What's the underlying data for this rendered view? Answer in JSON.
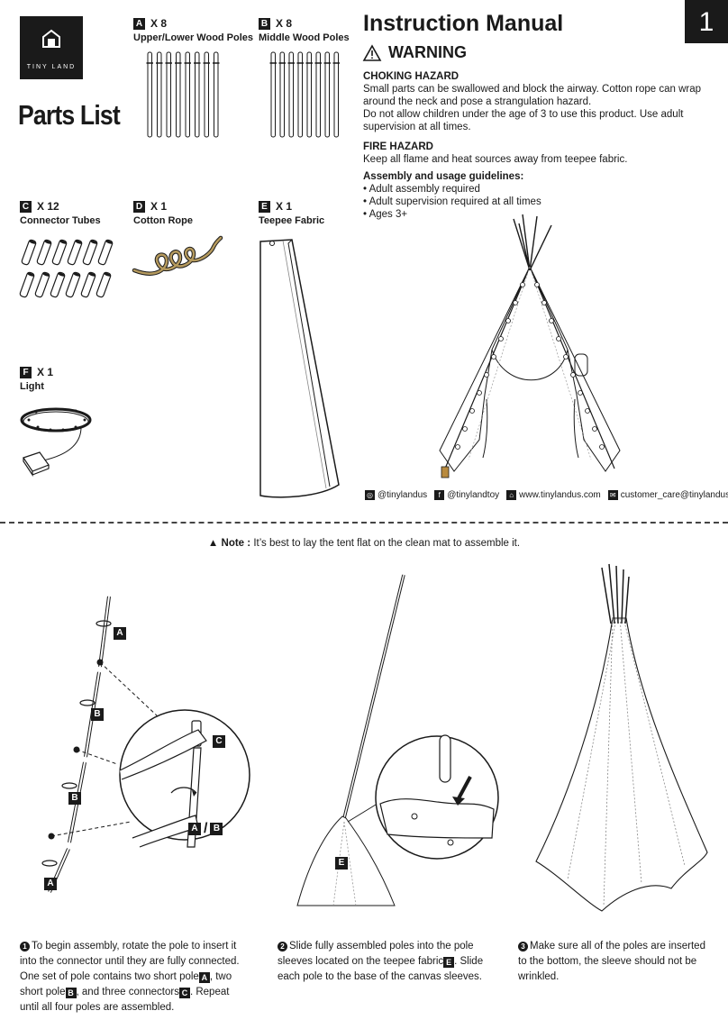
{
  "brand": {
    "name": "TINY LAND"
  },
  "parts_list": {
    "title": "Parts List",
    "parts": [
      {
        "letter": "A",
        "qty": "X 8",
        "name": "Upper/Lower Wood Poles"
      },
      {
        "letter": "B",
        "qty": "X 8",
        "name": "Middle Wood Poles"
      },
      {
        "letter": "C",
        "qty": "X 12",
        "name": "Connector Tubes"
      },
      {
        "letter": "D",
        "qty": "X 1",
        "name": "Cotton Rope"
      },
      {
        "letter": "E",
        "qty": "X 1",
        "name": "Teepee Fabric"
      },
      {
        "letter": "F",
        "qty": "X 1",
        "name": "Light"
      }
    ]
  },
  "manual": {
    "title": "Instruction Manual",
    "page_number": "1",
    "warning_title": "WARNING",
    "choking_title": "CHOKING HAZARD",
    "choking_text_1": "Small parts can be swallowed and block the airway. Cotton rope can wrap around the neck and pose a strangulation hazard.",
    "choking_text_2": "Do not allow children under the age of 3 to use this product. Use adult supervision at all times.",
    "fire_title": "FIRE HAZARD",
    "fire_text": "Keep all flame and heat sources away from teepee fabric.",
    "guidelines_title": "Assembly and usage guidelines:",
    "guidelines": [
      "• Adult assembly required",
      "• Adult supervision required at all times",
      "• Ages 3+"
    ]
  },
  "social": {
    "instagram": "@tinylandus",
    "facebook": "@tinylandtoy",
    "website": "www.tinylandus.com",
    "email": "customer_care@tinylandus.com"
  },
  "note": {
    "label": "Note :",
    "text": "It’s best to lay the tent flat on the clean mat to assemble it."
  },
  "diagram_labels": {
    "a": "A",
    "b": "B",
    "c": "C",
    "e": "E",
    "slash": "/"
  },
  "steps": {
    "step1": {
      "num": "1",
      "t1": "To begin assembly, rotate the pole to insert it into the connector until they are fully connected. One set of pole contains two short pole",
      "l1": "A",
      "t2": ", two short pole",
      "l2": "B",
      "t3": ", and three connectors",
      "l3": "C",
      "t4": ". Repeat until all four poles are assembled."
    },
    "step2": {
      "num": "2",
      "t1": "Slide fully assembled poles into the pole sleeves located on the teepee fabric",
      "l1": "E",
      "t2": ". Slide each pole to the base of the canvas sleeves."
    },
    "step3": {
      "num": "3",
      "t1": "Make sure all of the poles are inserted to the bottom, the sleeve should not be wrinkled."
    }
  }
}
